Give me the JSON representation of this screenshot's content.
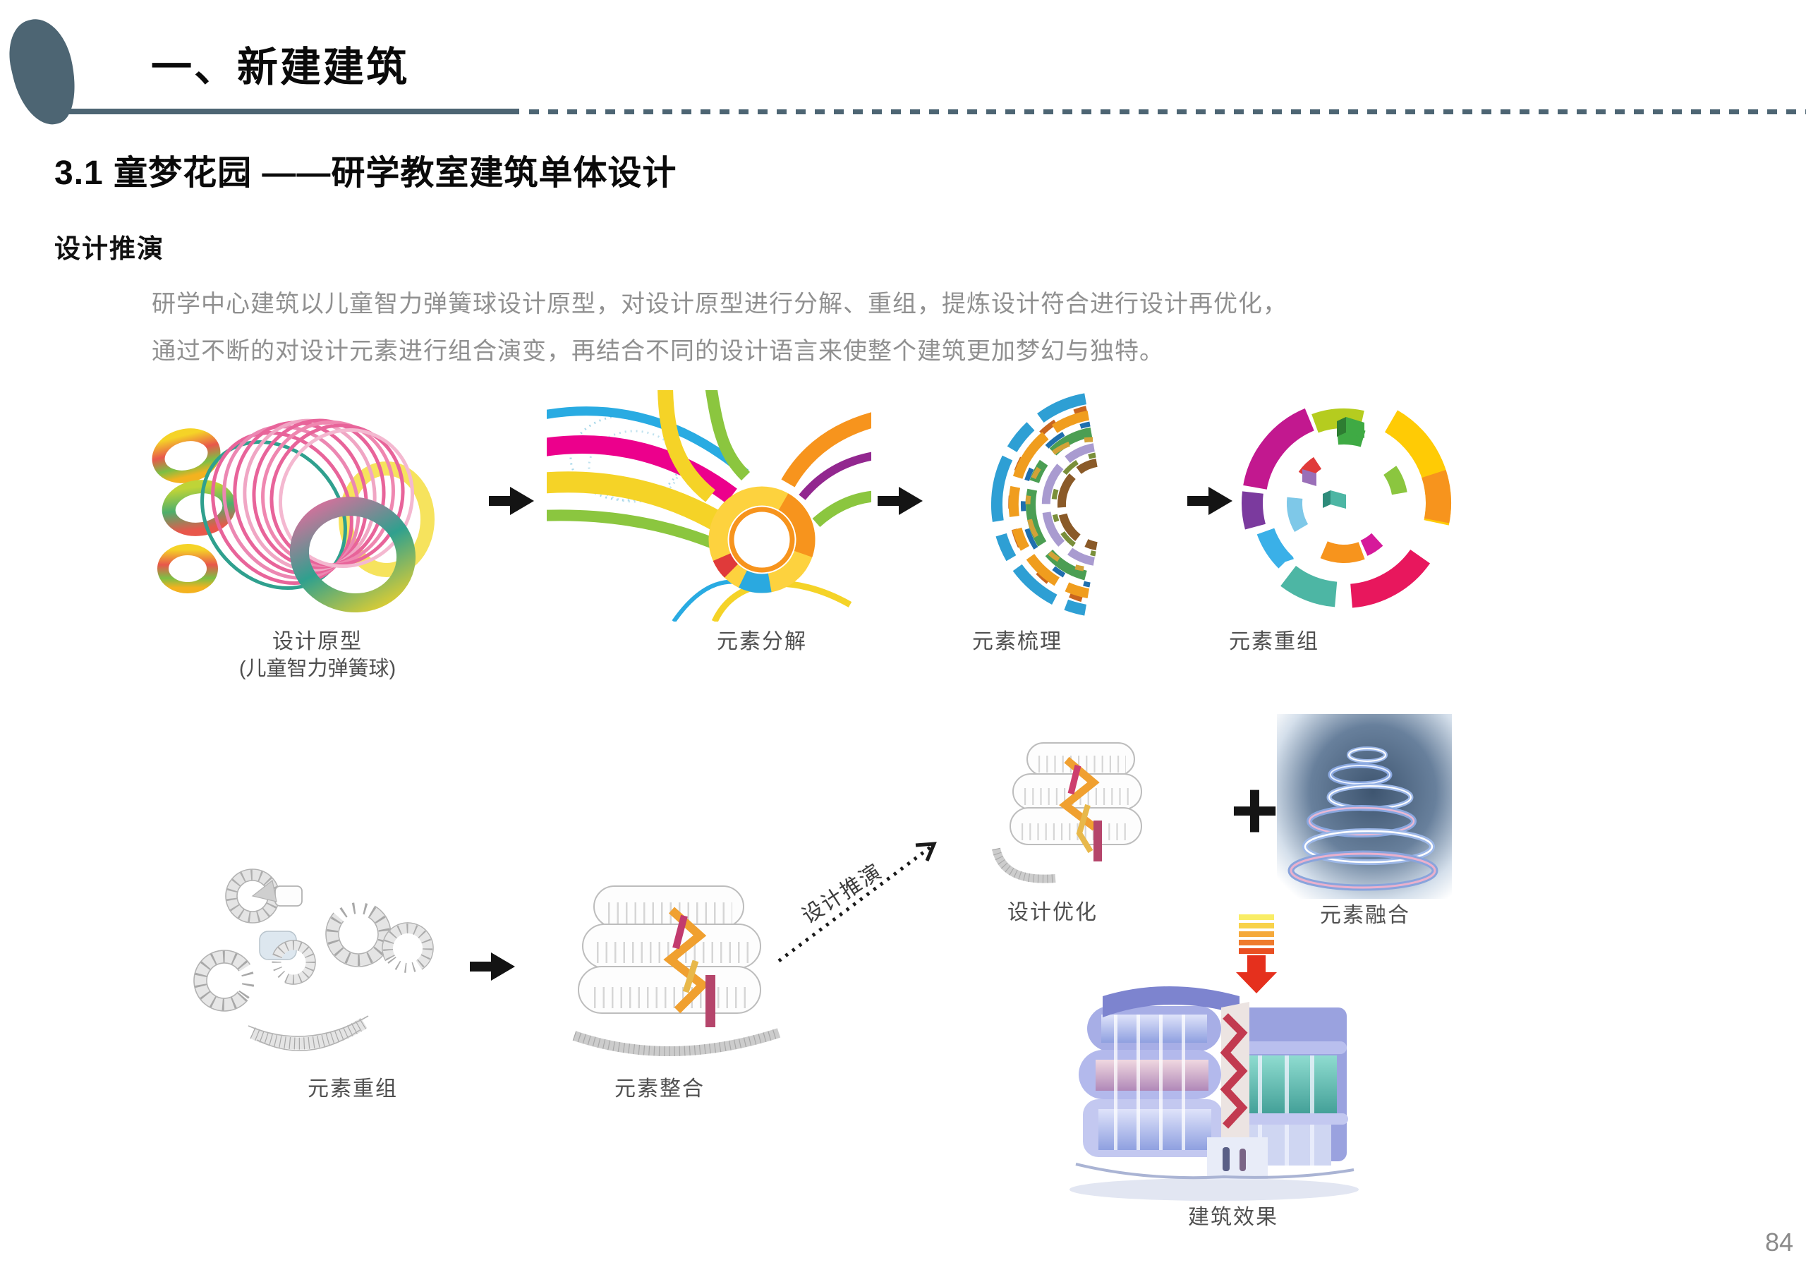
{
  "header": {
    "title": "一、新建建筑"
  },
  "subtitle": "3.1 童梦花园 ——研学教室建筑单体设计",
  "section_heading": "设计推演",
  "body": {
    "line1": "研学中心建筑以儿童智力弹簧球设计原型，对设计原型进行分解、重组，提炼设计符合进行设计再优化，",
    "line2": "通过不断的对设计元素进行组合演变，再结合不同的设计语言来使整个建筑更加梦幻与独特。"
  },
  "top_flow": {
    "step1_label": "设计原型",
    "step1_sublabel": "(儿童智力弹簧球)",
    "step2_label": "元素分解",
    "step3_label": "元素梳理",
    "step4_label": "元素重组"
  },
  "bottom_flow": {
    "step1_label": "元素重组",
    "step2_label": "元素整合",
    "dotted_arrow_label": "设计推演",
    "step3_label": "设计优化",
    "plus": "+",
    "step4_label": "元素融合",
    "step5_label": "建筑效果"
  },
  "page_number": "84",
  "icons": {
    "figure1": "slinky-toy-image",
    "figure2": "ribbon-swirl-image",
    "figure3": "arc-segments-image",
    "figure4": "ribbon-ring-image",
    "figure5": "wireframe-fragments-image",
    "figure6": "wireframe-building-image",
    "figure7": "optimized-building-image",
    "figure8": "spiral-cone-image",
    "figure9": "building-render-image"
  },
  "colors": {
    "accent_slate": "#4D6573",
    "label_text": "#4F4F4F",
    "body_text": "#909090",
    "arrow_black": "#141414",
    "gradient_arrow": [
      "#F9ED66",
      "#F8D24A",
      "#F5A93B",
      "#EF7A2C",
      "#E94F22",
      "#E5301D"
    ]
  }
}
